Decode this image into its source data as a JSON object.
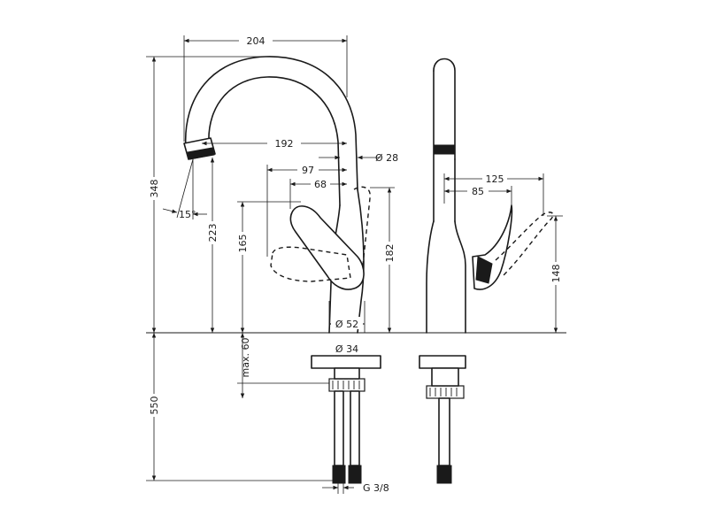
{
  "dimensions": {
    "spout_reach_total": "204",
    "spout_reach_outlet": "192",
    "body_to_lever_97": "97",
    "body_to_lever_68": "68",
    "body_diameter": "Ø 28",
    "overall_height": "348",
    "outlet_height": "223",
    "lever_height": "165",
    "lever_swing_height": "182",
    "spout_angle": "15°",
    "base_diameter": "Ø 52",
    "shank_diameter": "Ø 34",
    "max_deck_thickness": "max. 60",
    "hose_length": "550",
    "connection_thread": "G 3/8",
    "lever_reach_125": "125",
    "lever_reach_85": "85",
    "lever_swing_148": "148"
  }
}
